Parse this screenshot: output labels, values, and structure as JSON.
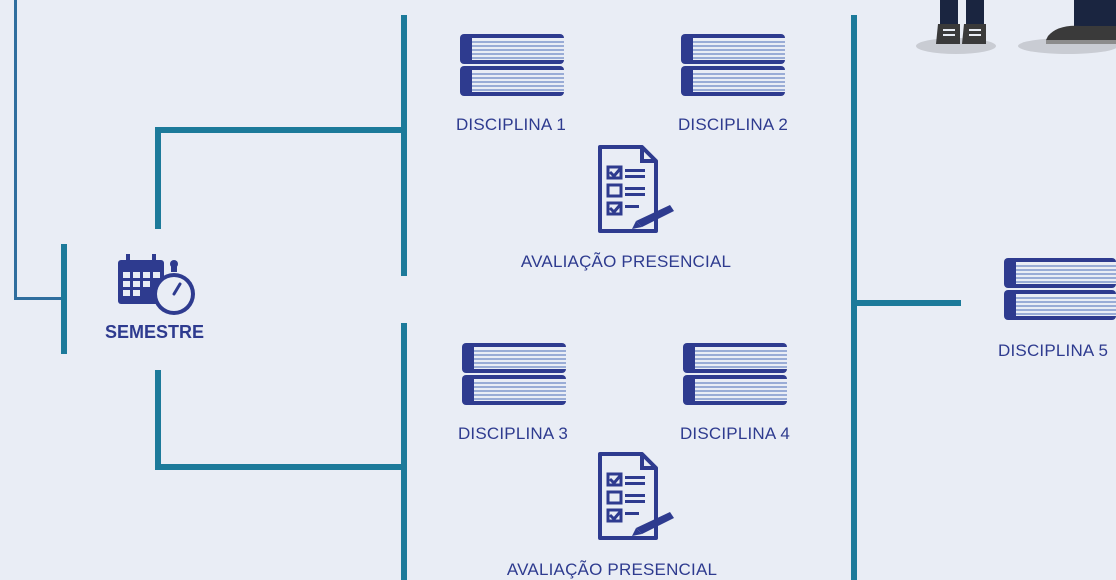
{
  "semester": {
    "label": "SEMESTRE",
    "icon": "calendar-stopwatch-icon"
  },
  "group1": {
    "disciplines": [
      "DISCIPLINA 1",
      "DISCIPLINA 2"
    ],
    "evaluation": "AVALIAÇÃO PRESENCIAL"
  },
  "group2": {
    "disciplines": [
      "DISCIPLINA 3",
      "DISCIPLINA 4"
    ],
    "evaluation": "AVALIAÇÃO PRESENCIAL"
  },
  "group3": {
    "disciplines": [
      "DISCIPLINA 5"
    ]
  },
  "icons": {
    "book": "books-icon",
    "checklist": "checklist-icon",
    "person": "person-feet-icon"
  },
  "colors": {
    "background": "#e9edf5",
    "primary": "#2e3b8f",
    "connector": "#1c7a9a"
  }
}
